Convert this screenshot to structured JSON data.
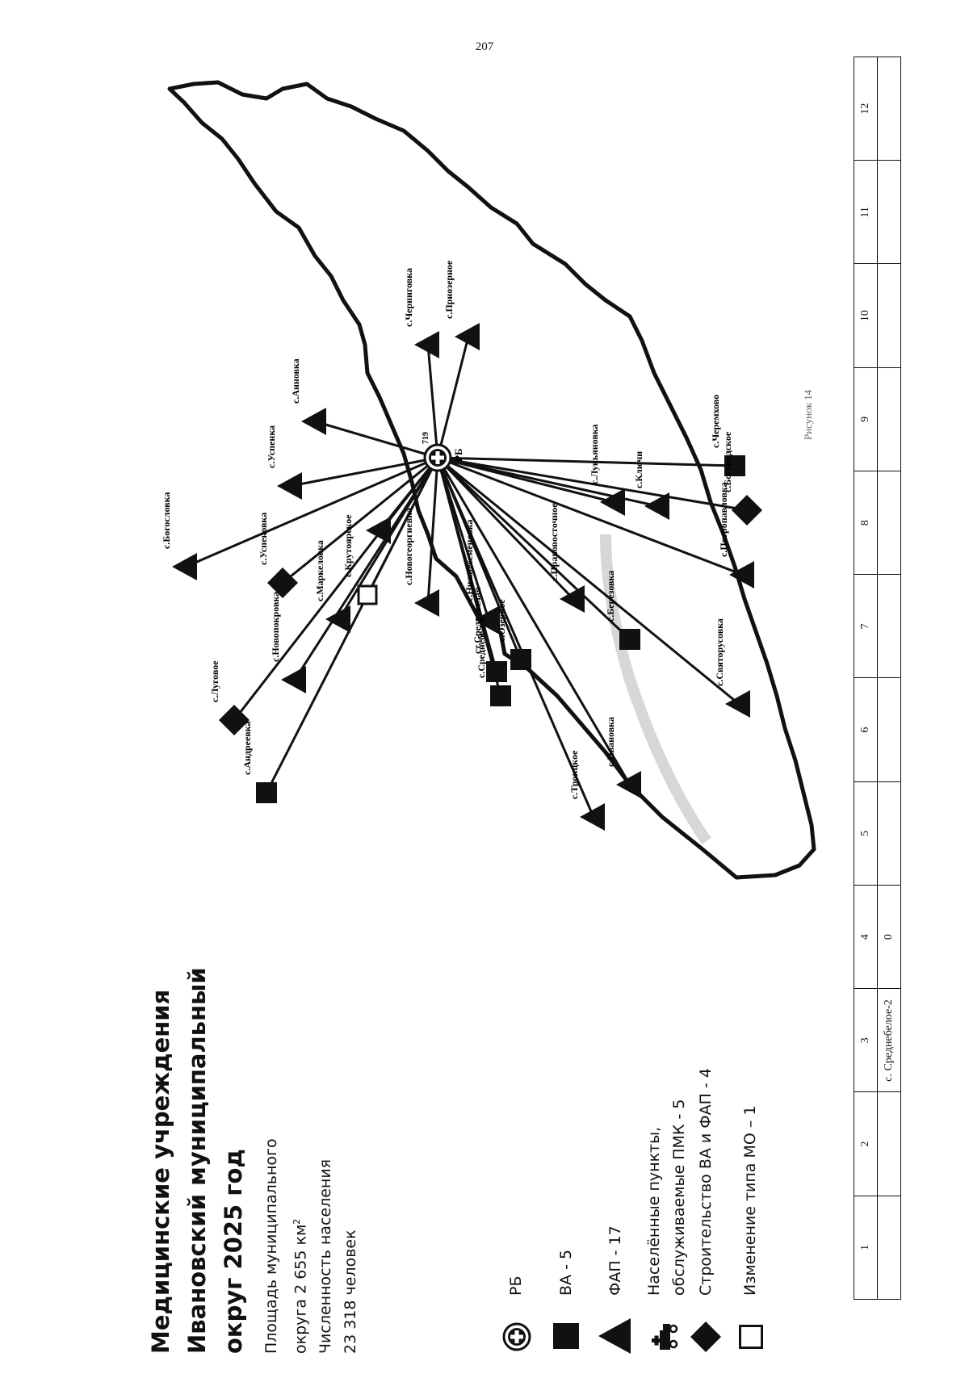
{
  "page_number": "207",
  "table": {
    "header": [
      "1",
      "2",
      "3",
      "4",
      "5",
      "6",
      "7",
      "8",
      "9",
      "10",
      "11",
      "12"
    ],
    "row": [
      "",
      "",
      "с. Среднебелое-2",
      "0",
      "",
      "",
      "",
      "",
      "",
      "",
      "",
      ""
    ]
  },
  "title_lines": [
    "Медицинские учреждения",
    "Ивановский муниципальный",
    "округ 2025 год"
  ],
  "info": {
    "area_line1": "Площадь муниципального",
    "area_line2_prefix": "округа 2 655 км",
    "area_sup": "2",
    "pop_line1": "Численность населения",
    "pop_line2": "23 318 человек"
  },
  "legend": [
    {
      "icon": "hospital-icon",
      "label": "РБ"
    },
    {
      "icon": "square-icon",
      "label": "ВА - 5"
    },
    {
      "icon": "triangle-icon",
      "label": "ФАП - 17"
    },
    {
      "icon": "mobile-unit-icon",
      "label_lines": [
        "Населённые пункты,",
        "обслуживаемые ПМК - 5"
      ]
    },
    {
      "icon": "diamond-icon",
      "label": "Строительство ВА и ФАП - 4"
    },
    {
      "icon": "empty-square-icon",
      "label": "Изменение типа МО – 1"
    }
  ],
  "map": {
    "center_label": "РБ",
    "center_number": "719",
    "places": [
      "с.Троицкое",
      "с.Среднебелое",
      "ст.Среднебелая",
      "с.Озерное",
      "с.Нижнеcеменовка",
      "с.Березовка",
      "с.Петропавловка",
      "с.Богородское",
      "с.Черемхово",
      "с.Святорусовка",
      "с.Ивановка",
      "с.Ключи",
      "с.Лукьяновка",
      "с.Новогеоргиевка",
      "с.Новопокровка",
      "с.Луговое",
      "с.Правовосточное",
      "с.Анновка",
      "с.Успеновка",
      "с.Богословка",
      "с.Андреевка",
      "с.Маркеловка",
      "с.Успенка",
      "с.Черниговка",
      "с.Приозерное",
      "с.Крутоярское"
    ],
    "caption": "Рисунок 14"
  },
  "colors": {
    "ink": "#111111",
    "background": "#ffffff"
  }
}
